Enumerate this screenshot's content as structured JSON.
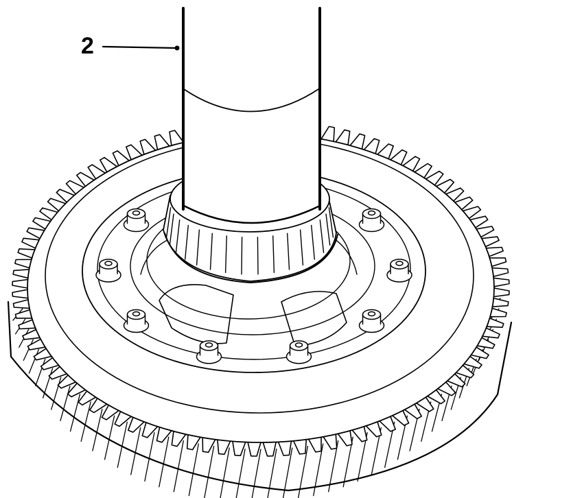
{
  "figure": {
    "callout": {
      "number": "2"
    },
    "bolt_count": 10,
    "gear_tooth_count": 96
  }
}
